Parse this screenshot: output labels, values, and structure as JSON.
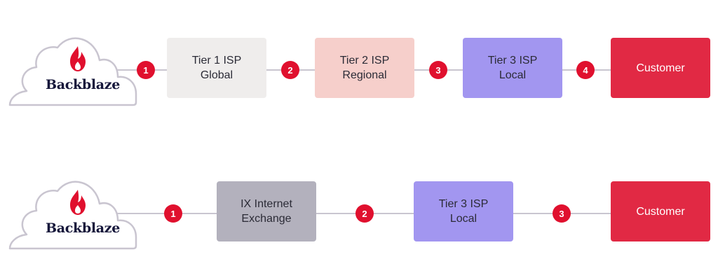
{
  "colors": {
    "line": "#c9c5d0",
    "cloud_outline": "#c9c5d0",
    "brand_red": "#e0102e",
    "brand_text": "#15163a",
    "badge": "#e0102e",
    "tier1": "#efedec",
    "tier2": "#f6cfcb",
    "tier3": "#a296f0",
    "ix": "#b3b1bd",
    "customer": "#e12944"
  },
  "diagrams": [
    {
      "brand": "Backblaze",
      "nodes": [
        {
          "label": "Tier 1 ISP\nGlobal",
          "color": "tier1"
        },
        {
          "label": "Tier 2 ISP\nRegional",
          "color": "tier2"
        },
        {
          "label": "Tier 3 ISP\nLocal",
          "color": "tier3"
        },
        {
          "label": "Customer",
          "color": "customer"
        }
      ],
      "steps": [
        "1",
        "2",
        "3",
        "4"
      ]
    },
    {
      "brand": "Backblaze",
      "nodes": [
        {
          "label": "IX Internet\nExchange",
          "color": "ix"
        },
        {
          "label": "Tier 3 ISP\nLocal",
          "color": "tier3"
        },
        {
          "label": "Customer",
          "color": "customer"
        }
      ],
      "steps": [
        "1",
        "2",
        "3"
      ]
    }
  ]
}
